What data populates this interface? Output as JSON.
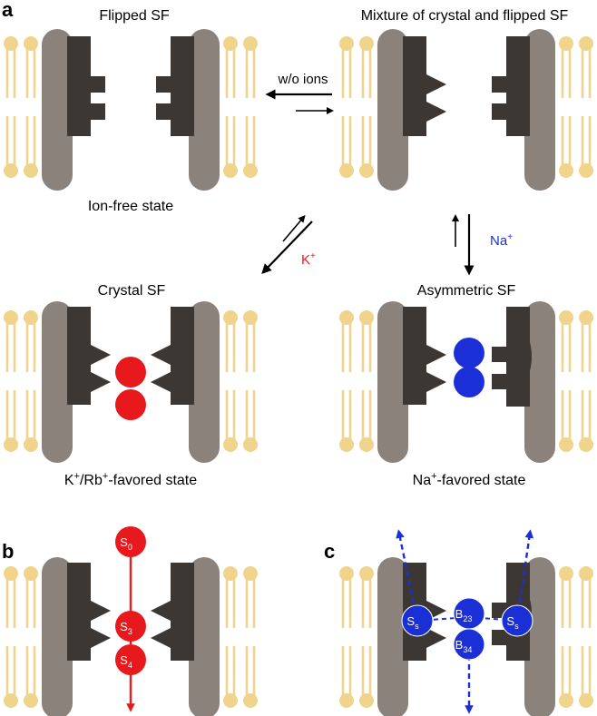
{
  "panel_letters": {
    "a": "a",
    "b": "b",
    "c": "c"
  },
  "panel_a": {
    "flipped": {
      "title": "Flipped SF",
      "subtitle": "Ion-free state"
    },
    "mixture": {
      "title": "Mixture of crystal and flipped SF"
    },
    "crystal": {
      "title": "Crystal SF",
      "subtitle_main": "K",
      "subtitle_sup1": "+",
      "subtitle_mid": "/Rb",
      "subtitle_sup2": "+",
      "subtitle_end": "-favored state"
    },
    "asymmetric": {
      "title": "Asymmetric SF",
      "subtitle_main": "Na",
      "subtitle_sup": "+",
      "subtitle_end": "-favored state"
    },
    "transition_without_ions": "w/o ions",
    "transition_k": {
      "ion": "K",
      "charge": "+",
      "color": "#e8191c"
    },
    "transition_na": {
      "ion": "Na",
      "charge": "+",
      "color": "#1b2fd6"
    }
  },
  "panel_b": {
    "sites": [
      {
        "main": "S",
        "sub": "0"
      },
      {
        "main": "S",
        "sub": "3"
      },
      {
        "main": "S",
        "sub": "4"
      }
    ],
    "ion_color": "#e8191c"
  },
  "panel_c": {
    "sites": [
      {
        "main": "S",
        "sub": "s"
      },
      {
        "main": "B",
        "sub": "23"
      },
      {
        "main": "S",
        "sub": "s"
      },
      {
        "main": "B",
        "sub": "34"
      }
    ],
    "ion_color": "#1b2fd6"
  },
  "colors": {
    "lipid": "#f0d48c",
    "helix": "#8c827c",
    "filter": "#3d3733",
    "k_ion": "#e8191c",
    "na_ion": "#1b2fd6"
  }
}
